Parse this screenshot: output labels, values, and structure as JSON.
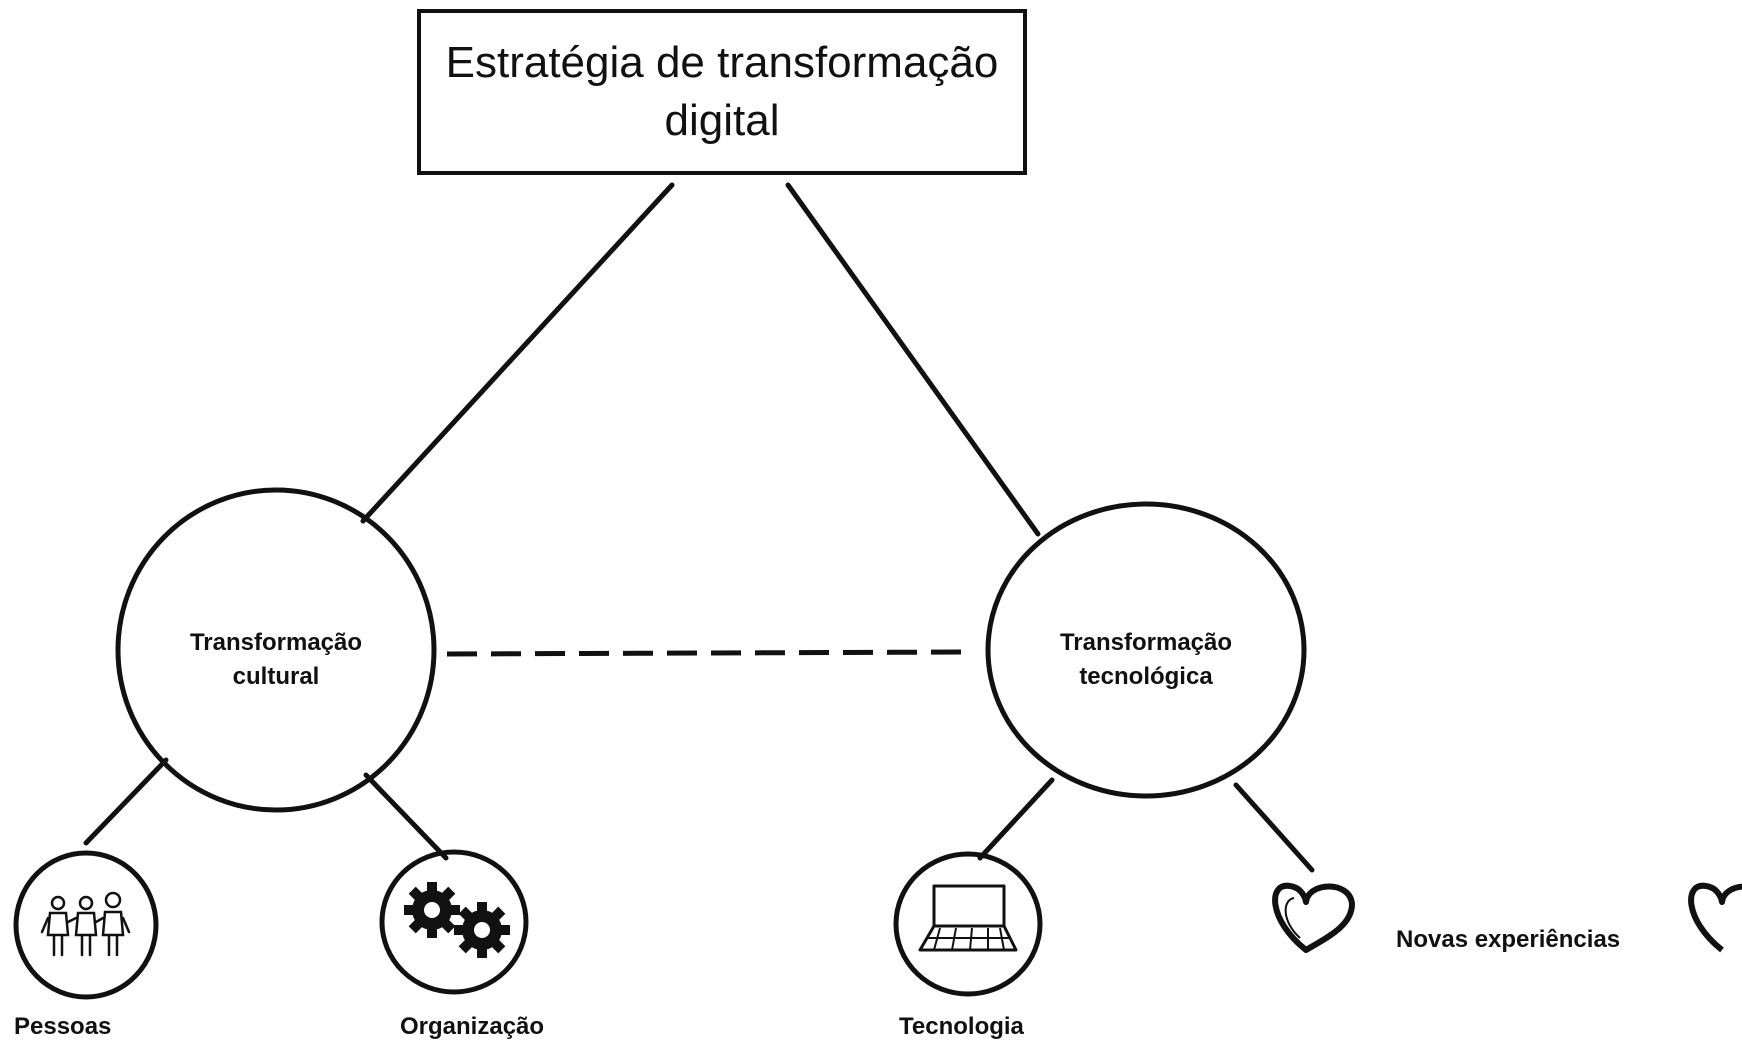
{
  "title": "Estratégia de transformação digital",
  "nodes": {
    "cultural": "Transformação cultural",
    "technological": "Transformação tecnológica"
  },
  "leaves": {
    "people": "Pessoas",
    "organization": "Organização",
    "technology": "Tecnologia",
    "experiences": "Novas experiências"
  },
  "icons": {
    "people": "people-icon",
    "organization": "gears-icon",
    "technology": "laptop-icon",
    "experiences": "heart-icon"
  }
}
